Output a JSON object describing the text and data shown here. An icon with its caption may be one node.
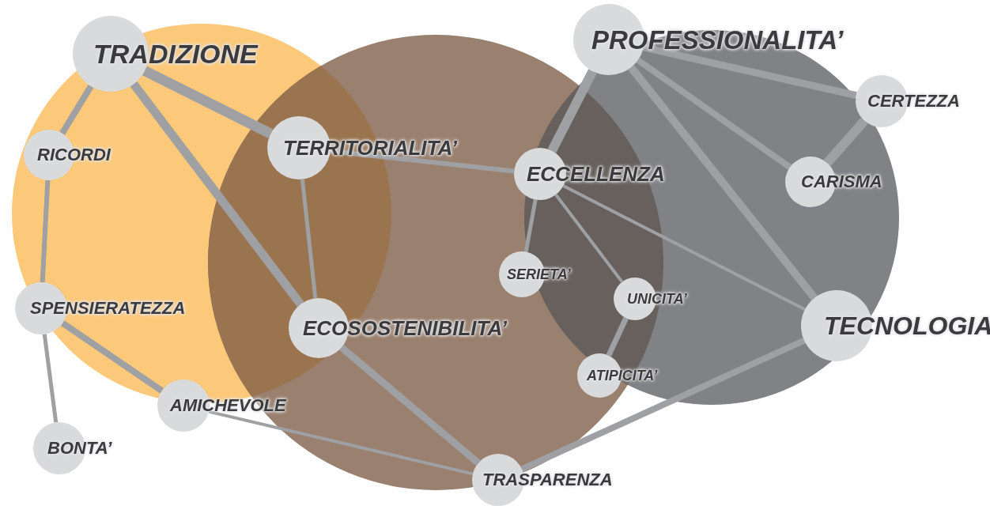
{
  "diagram": {
    "nodes": [
      {
        "text": [
          "TRADIZIONE"
        ]
      },
      {
        "text": [
          "PROFESSIONALITA’"
        ]
      },
      {
        "text": [
          "CERTEZZA"
        ]
      },
      {
        "text": [
          "RICORDI"
        ]
      },
      {
        "text": [
          "TERRITORIALITA’"
        ]
      },
      {
        "text": [
          "ECCELLENZA"
        ]
      },
      {
        "text": [
          "CARISMA"
        ]
      },
      {
        "text": [
          "SERIETA’"
        ]
      },
      {
        "text": [
          "UNICITA’"
        ]
      },
      {
        "text": [
          "SPENSIERATEZZA"
        ]
      },
      {
        "text": [
          "ECOSOSTENIBILITA’"
        ]
      },
      {
        "text": [
          "TECNOLOGIA"
        ]
      },
      {
        "text": [
          "ATIPICITA’"
        ]
      },
      {
        "text": [
          "AMICHEVOLE"
        ]
      },
      {
        "text": [
          "BONTA’"
        ]
      },
      {
        "text": [
          "TRASPARENZA"
        ]
      }
    ],
    "edges": [
      {
        "from": 0,
        "to": 3,
        "arrow": "none"
      },
      {
        "from": 0,
        "to": 4,
        "arrow": "none"
      },
      {
        "from": 0,
        "to": 10,
        "arrow": "none"
      },
      {
        "from": 3,
        "to": 9,
        "arrow": "none"
      },
      {
        "from": 9,
        "to": 13,
        "arrow": "none"
      },
      {
        "from": 9,
        "to": 14,
        "arrow": "none"
      },
      {
        "from": 4,
        "to": 5,
        "arrow": "none"
      },
      {
        "from": 4,
        "to": 10,
        "arrow": "none"
      },
      {
        "from": 10,
        "to": 15,
        "arrow": "none"
      },
      {
        "from": 13,
        "to": 15,
        "arrow": "none"
      },
      {
        "from": 1,
        "to": 5,
        "arrow": "none"
      },
      {
        "from": 1,
        "to": 2,
        "arrow": "none"
      },
      {
        "from": 1,
        "to": 6,
        "arrow": "none"
      },
      {
        "from": 1,
        "to": 11,
        "arrow": "none"
      },
      {
        "from": 2,
        "to": 6,
        "arrow": "none"
      },
      {
        "from": 5,
        "to": 7,
        "arrow": "none"
      },
      {
        "from": 5,
        "to": 8,
        "arrow": "none"
      },
      {
        "from": 5,
        "to": 11,
        "arrow": "none"
      },
      {
        "from": 8,
        "to": 12,
        "arrow": "none"
      },
      {
        "from": 11,
        "to": 15,
        "arrow": "none"
      }
    ]
  }
}
